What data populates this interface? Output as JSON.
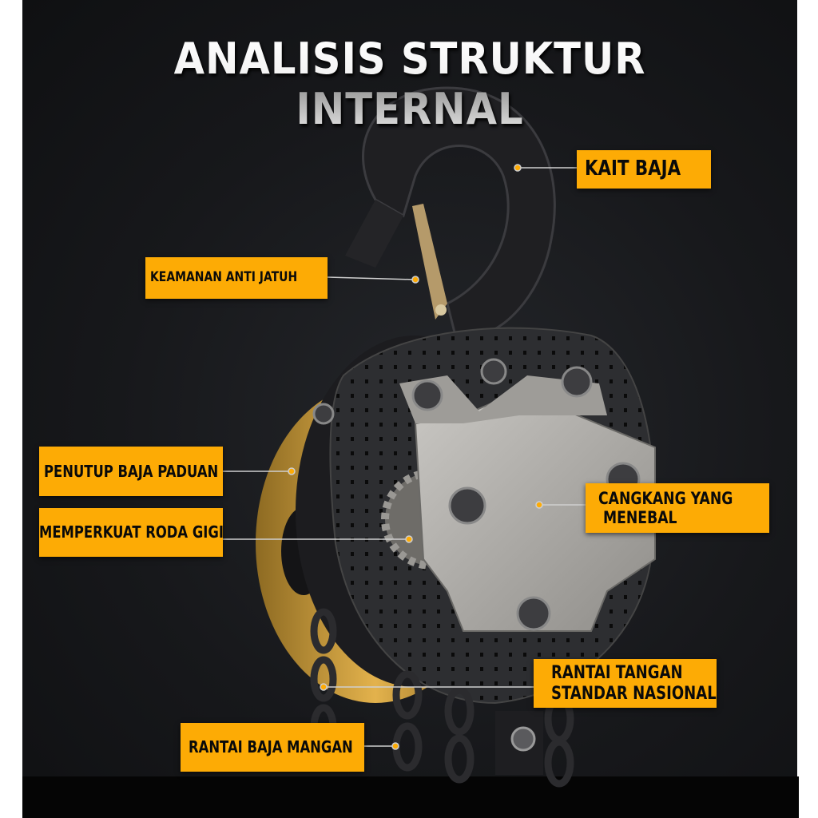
{
  "title": "ANALISIS STRUKTUR INTERNAL",
  "colors": {
    "label_bg": "#fdab05",
    "background": "#17181b",
    "body_yellow": "#d9a43a"
  },
  "labels": {
    "kait_baja": "KAIT BAJA",
    "keamanan": "KEAMANAN ANTI JATUH",
    "penutup": "PENUTUP BAJA PADUAN",
    "roda_gigi": "MEMPERKUAT RODA GIGI",
    "cangkang_1": "CANGKANG YANG",
    "cangkang_2": " MENEBAL",
    "rantai_tangan_1": "RANTAI TANGAN",
    "rantai_tangan_2": "STANDAR NASIONAL",
    "rantai_baja": "RANTAI BAJA MANGAN"
  }
}
